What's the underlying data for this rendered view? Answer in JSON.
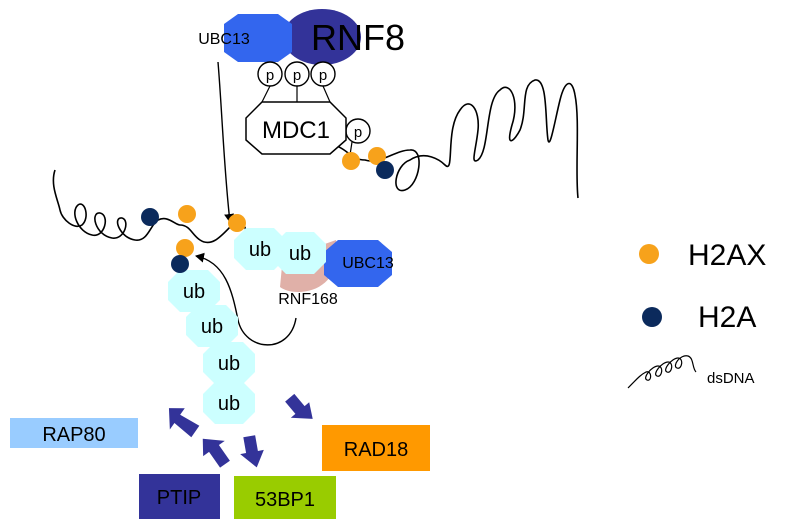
{
  "proteins": {
    "rnf8": "RNF8",
    "ubc13_top": "UBC13",
    "ubc13_bottom": "UBC13",
    "mdc1": "MDC1",
    "rnf168": "RNF168",
    "rap80": "RAP80",
    "ptip": "PTIP",
    "bp53": "53BP1",
    "rad18": "RAD18"
  },
  "phospho_label": "p",
  "ub_label": "ub",
  "legend": {
    "h2ax": "H2AX",
    "h2a": "H2A",
    "dsdna": "dsDNA"
  },
  "colors": {
    "h2ax": "#F7A21B",
    "h2a": "#0B2A5C",
    "rnf8": "#333399",
    "ubc13": "#3366EE",
    "ub": "#CCFFFF",
    "rnf168": "#E0B0A8",
    "arrow": "#333399",
    "rap80": "#99CCFF",
    "ptip": "#333399",
    "bp53": "#99CC00",
    "rad18": "#FF9900"
  }
}
